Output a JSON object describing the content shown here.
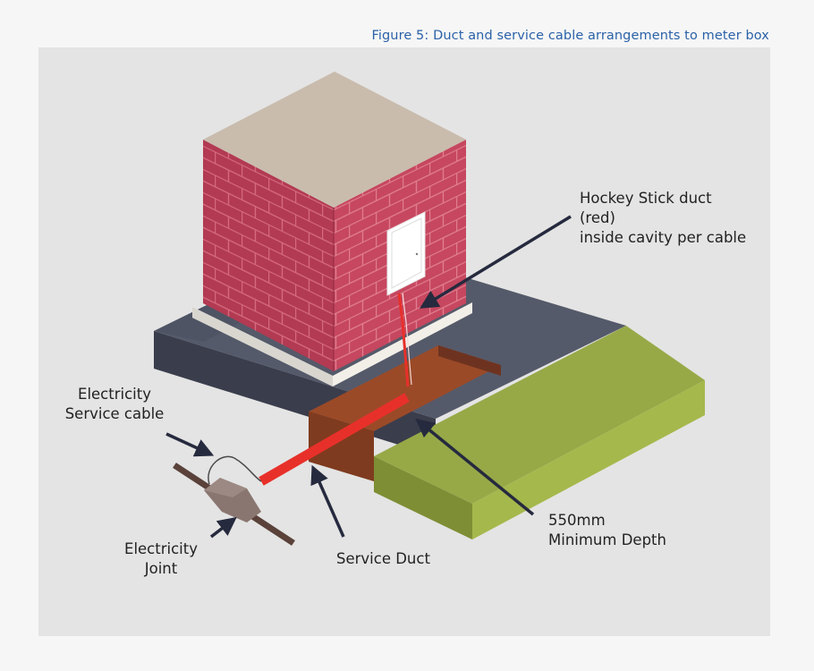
{
  "figure": {
    "caption": "Figure 5:  Duct and service cable arrangements to meter box"
  },
  "labels": {
    "hockey_stick": [
      "Hockey Stick duct",
      "(red)",
      "inside cavity per cable"
    ],
    "service_cable": [
      "Electricity",
      "Service cable"
    ],
    "joint": [
      "Electricity",
      "Joint"
    ],
    "service_duct": "Service Duct",
    "depth": [
      "550mm",
      "Minimum Depth"
    ]
  },
  "colors": {
    "caption": "#2b62a8",
    "background_panel": "#e4e4e4",
    "brick": "#b23a52",
    "roof": "#c9bcad",
    "path": "#3e4252",
    "lawn": "#97a947",
    "trench": "#9b4a28",
    "duct": "#e8302a",
    "arrow": "#262a3e"
  }
}
